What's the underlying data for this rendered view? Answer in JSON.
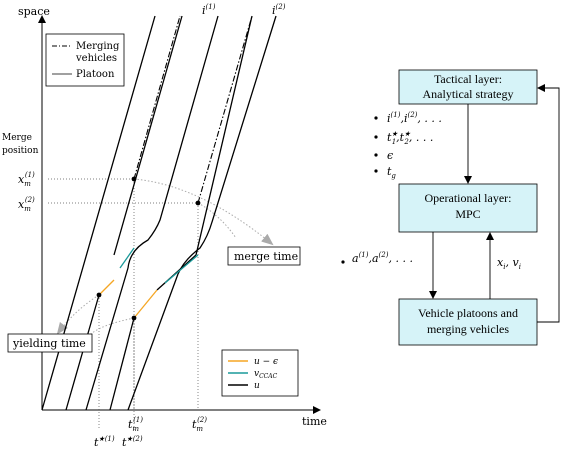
{
  "axes": {
    "y_label": "space",
    "x_label": "time"
  },
  "legend_top": {
    "merging_line1": "Merging",
    "merging_line2": "vehicles",
    "platoon": "Platoon"
  },
  "merge_position_label": {
    "line1": "Merge",
    "line2": "position"
  },
  "y_ticks": {
    "xm1_base": "x",
    "xm1_sub": "m",
    "xm1_sup": "(1)",
    "xm2_base": "x",
    "xm2_sub": "m",
    "xm2_sup": "(2)"
  },
  "top_labels": {
    "i1_base": "i",
    "i1_sup": "(1)",
    "i2_base": "i",
    "i2_sup": "(2)"
  },
  "x_ticks": {
    "tm1_base": "t",
    "tm1_sub": "m",
    "tm1_sup": "(1)",
    "tm2_base": "t",
    "tm2_sub": "m",
    "tm2_sup": "(2)",
    "tstar1_base": "t",
    "tstar1_sup": "★(1)",
    "tstar2_base": "t",
    "tstar2_sup": "★(2)"
  },
  "callouts": {
    "merge_time": "merge time",
    "yielding_time": "yielding time"
  },
  "legend_bottom": {
    "u_minus_eps": "u − ϵ",
    "v_ccac_base": "v",
    "v_ccac_sub": "CCAC",
    "u": "u"
  },
  "colors": {
    "orange": "#f5a623",
    "teal": "#1a9a9a",
    "box_fill": "#d6f3f8",
    "gray_arrow": "#aaaaaa"
  },
  "boxes": {
    "tactical_line1": "Tactical layer:",
    "tactical_line2": "Analytical strategy",
    "operational_line1": "Operational layer:",
    "operational_line2": "MPC",
    "vehicles_line1": "Vehicle platoons and",
    "vehicles_line2": "merging vehicles"
  },
  "bullets": {
    "b1": "i(1), i(2), . . .",
    "b1_i": "i",
    "b1_s1": "(1)",
    "b1_c": ",",
    "b1_s2": "(2)",
    "b1_dots": ", . . .",
    "b2_t": "t",
    "b2_s1": "★",
    "b2_sub1": "1",
    "b2_c": ",",
    "b2_s2": "★",
    "b2_sub2": "2",
    "b2_dots": ", . . .",
    "b3": "ϵ",
    "b4_t": "t",
    "b4_sub": "g"
  },
  "side_labels": {
    "a_base": "a",
    "a1": "(1)",
    "a_c": ",",
    "a2": "(2)",
    "a_dots": ", . . .",
    "xv": "x",
    "xv_sub1": "i",
    "xv_c": ", v",
    "xv_sub2": "i"
  }
}
